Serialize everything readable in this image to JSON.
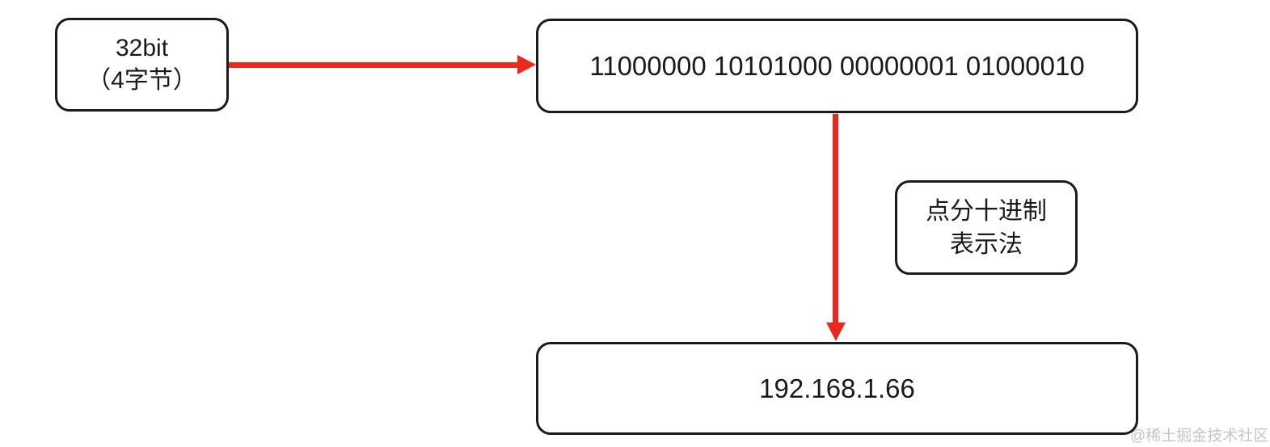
{
  "diagram": {
    "title_implied": "IPv4 address dotted-decimal conversion",
    "nodes": {
      "bits": {
        "line1": "32bit",
        "line2": "（4字节）"
      },
      "binary": {
        "value": "11000000 10101000 00000001 01000010"
      },
      "notation": {
        "line1": "点分十进制",
        "line2": "表示法"
      },
      "decimal": {
        "value": "192.168.1.66"
      }
    },
    "arrows": [
      {
        "from": "bits",
        "to": "binary",
        "direction": "right",
        "color": "#e8291c"
      },
      {
        "from": "binary",
        "to": "decimal",
        "direction": "down",
        "color": "#e8291c",
        "label_node": "notation"
      }
    ],
    "colors": {
      "arrow": "#e8291c",
      "box_border": "#1a1a1a",
      "background": "#ffffff",
      "watermark_text": "#c6c6c6"
    },
    "watermark": "@稀土掘金技术社区"
  }
}
